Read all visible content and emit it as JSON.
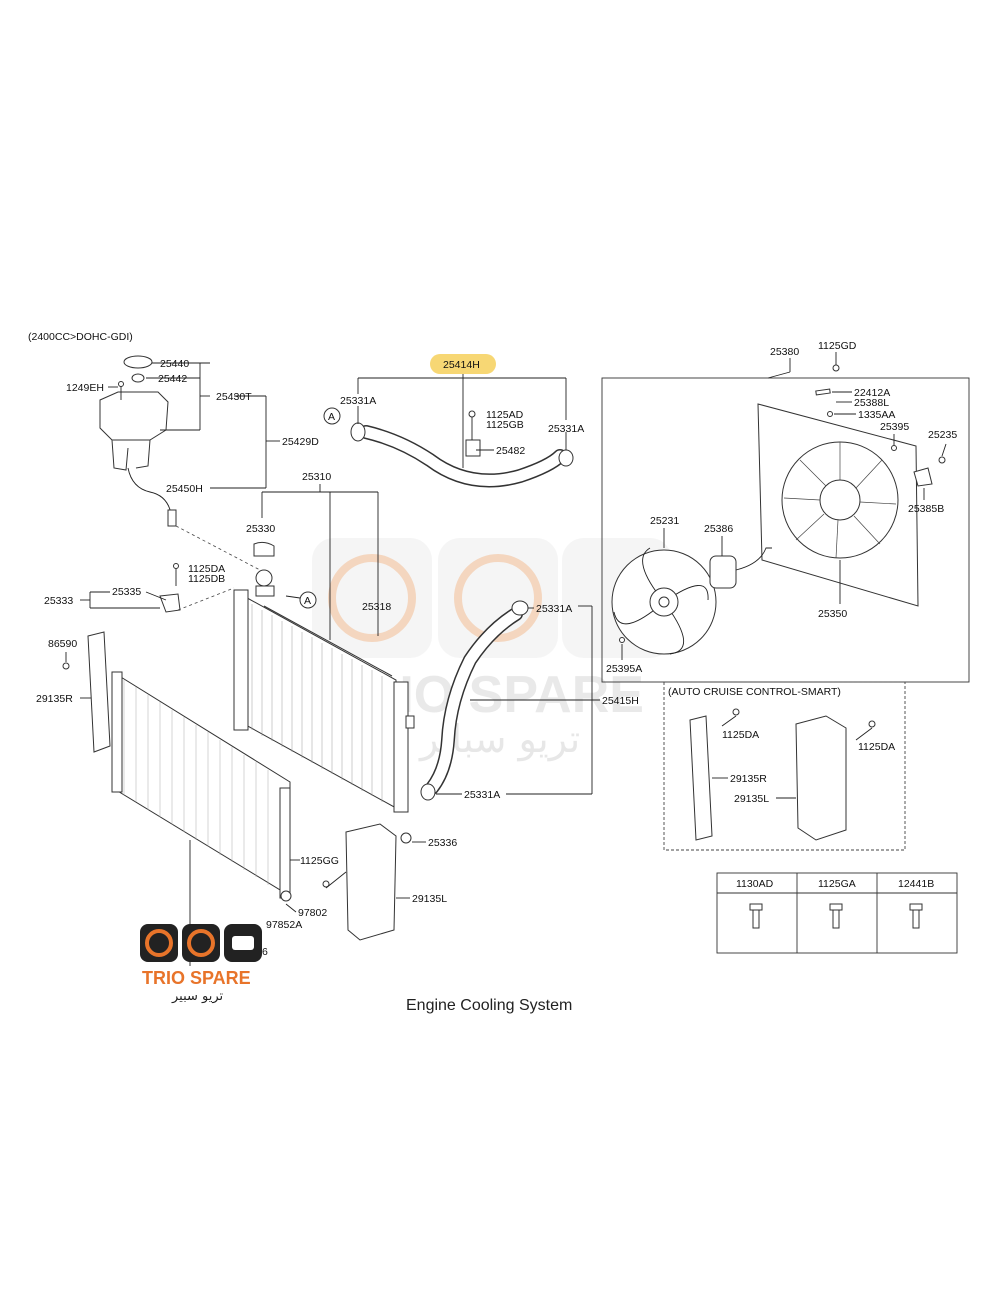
{
  "diagram": {
    "engine_spec": "(2400CC>DOHC-GDI)",
    "caption": "Engine Cooling System",
    "highlighted_part": "25414H",
    "highlight_color": "#f7d774",
    "accent_color": "#e8742a",
    "labels": {
      "p25440": "25440",
      "p25442": "25442",
      "p1249EH": "1249EH",
      "p25430T": "25430T",
      "p25429D": "25429D",
      "p25450H": "25450H",
      "p25310": "25310",
      "p25330": "25330",
      "p1125DA_a": "1125DA",
      "p1125DB": "1125DB",
      "p25335": "25335",
      "p25333": "25333",
      "p86590": "86590",
      "p29135R": "29135R",
      "p25318": "25318",
      "p25331A_1": "25331A",
      "p25414H": "25414H",
      "p1125AD": "1125AD",
      "p1125GB": "1125GB",
      "p25482": "25482",
      "p25331A_2": "25331A",
      "p25331A_3": "25331A",
      "p25415H": "25415H",
      "p25331A_4": "25331A",
      "p25336": "25336",
      "p1125GG": "1125GG",
      "p97802": "97802",
      "p97852A": "97852A",
      "p29135L": "29135L",
      "p25380": "25380",
      "p1125GD": "1125GD",
      "p22412A": "22412A",
      "p25388L": "25388L",
      "p1335AA": "1335AA",
      "p25395": "25395",
      "p25235": "25235",
      "p25385B": "25385B",
      "p25231": "25231",
      "p25386": "25386",
      "p25350": "25350",
      "p25395A": "25395A",
      "circle_a1": "A",
      "circle_a2": "A",
      "partial_6": "6"
    },
    "inset": {
      "title": "(AUTO CRUISE CONTROL-SMART)",
      "p1125DA_l": "1125DA",
      "p29135R": "29135R",
      "p29135L": "29135L",
      "p1125DA_r": "1125DA"
    },
    "fastener_table": {
      "headers": [
        "1130AD",
        "1125GA",
        "12441B"
      ]
    },
    "watermark": {
      "brand": "TRIO SPARE",
      "arabic": "تريو سباير"
    },
    "logo": {
      "brand": "TRIO SPARE",
      "arabic": "تريو سبير"
    }
  }
}
